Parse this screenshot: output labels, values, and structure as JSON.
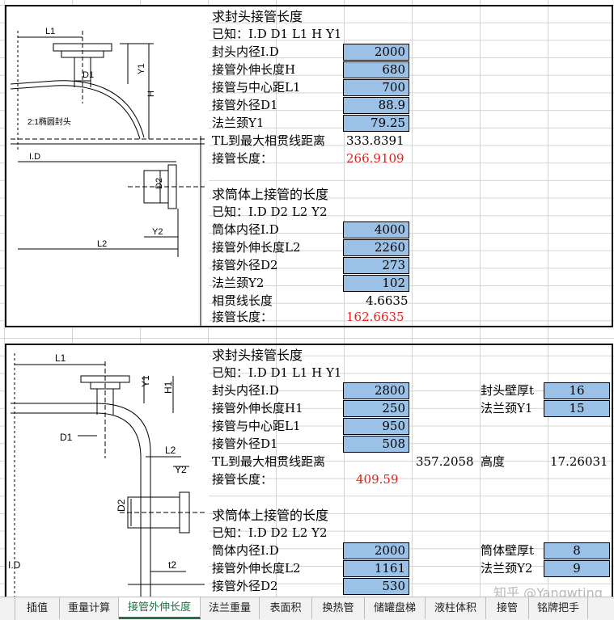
{
  "panel1": {
    "drawing": {
      "labels": {
        "l1": "L1",
        "d1": "D1",
        "y1": "Y1",
        "h": "H",
        "head": "2:1椭圆封头",
        "id": "I.D",
        "d2": "D2",
        "y2": "Y2",
        "l2": "L2"
      }
    },
    "head_title": "求封头接管长度",
    "head_known": "已知：I.D    D1    L1    H    Y1",
    "head_inputs": [
      {
        "label": "封头内径I.D",
        "value": "2000"
      },
      {
        "label": "接管外伸长度H",
        "value": "680"
      },
      {
        "label": "接管与中心距L1",
        "value": "700"
      },
      {
        "label": "接管外径D1",
        "value": "88.9"
      },
      {
        "label": "法兰颈Y1",
        "value": "79.25"
      }
    ],
    "tl_label": "TL到最大相贯线距离",
    "tl_value": "333.8391",
    "pipe_len_label": "接管长度：",
    "pipe_len_value": "266.9109",
    "shell_title": "求筒体上接管的长度",
    "shell_known": "已知：I.D    D2    L2    Y2",
    "shell_inputs": [
      {
        "label": "筒体内径I.D",
        "value": "4000"
      },
      {
        "label": "接管外伸长度L2",
        "value": "2260"
      },
      {
        "label": "接管外径D2",
        "value": "273"
      },
      {
        "label": "法兰颈Y2",
        "value": "102"
      }
    ],
    "intersect_label": "相贯线长度",
    "intersect_value": "4.6635",
    "shell_len_label": "接管长度：",
    "shell_len_value": "162.6635"
  },
  "panel2": {
    "drawing": {
      "labels": {
        "l1": "L1",
        "y1": "Y1",
        "h1": "H1",
        "d1": "D1",
        "l2": "L2",
        "y2": "Y2",
        "d2": "D2",
        "id": "I.D",
        "t2": "t2"
      }
    },
    "head_title": "求封头接管长度",
    "head_known": "已知：I.D    D1    L1    H    Y1",
    "head_inputs": [
      {
        "label": "封头内径I.D",
        "value": "2800"
      },
      {
        "label": "接管外伸长度H1",
        "value": "250"
      },
      {
        "label": "接管与中心距L1",
        "value": "950"
      },
      {
        "label": "接管外径D1",
        "value": "508"
      }
    ],
    "head_side": [
      {
        "label": "封头壁厚t",
        "value": "16"
      },
      {
        "label": "法兰颈Y1",
        "value": "15"
      }
    ],
    "tl_label": "TL到最大相贯线距离",
    "tl_value": "357.2058",
    "height_label": "高度",
    "height_value": "17.26031",
    "pipe_len_label": "接管长度：",
    "pipe_len_value": "409.59",
    "shell_title": "求筒体上接管的长度",
    "shell_known": "已知：I.D    D2    L2    Y2",
    "shell_inputs": [
      {
        "label": "筒体内径I.D",
        "value": "2000"
      },
      {
        "label": "接管外伸长度L2",
        "value": "1161"
      },
      {
        "label": "接管外径D2",
        "value": "530"
      }
    ],
    "shell_side": [
      {
        "label": "筒体壁厚t",
        "value": "8"
      },
      {
        "label": "法兰颈Y2",
        "value": "9"
      }
    ]
  },
  "tabs": [
    "插值",
    "重量计算",
    "接管外伸长度",
    "法兰重量",
    "表面积",
    "换热管",
    "储罐盘梯",
    "液柱体积",
    "接管",
    "铭牌把手"
  ],
  "active_tab": 2,
  "watermark": "知乎 @Yangwting",
  "colors": {
    "input_fill": "#9bc2e6",
    "result_red": "#e0201b",
    "tab_active": "#217346"
  }
}
